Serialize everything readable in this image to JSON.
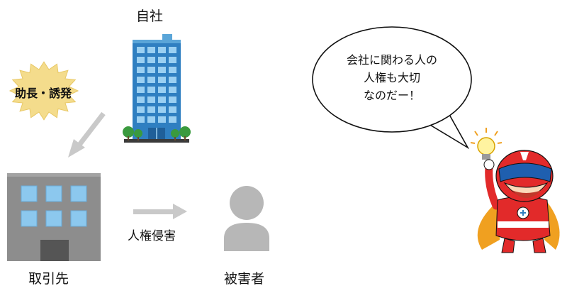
{
  "nodes": {
    "own_company": "自社",
    "business_partner": "取引先",
    "victim": "被害者"
  },
  "edges": {
    "aid_incite": "助長・誘発",
    "human_rights_violation": "人権侵害"
  },
  "speech_bubble": {
    "lines": [
      "会社に関わる人の",
      "人権も大切",
      "なのだー！"
    ]
  },
  "colors": {
    "building_blue": "#2f7fc1",
    "window_light": "#9bd0f2",
    "partner_gray": "#8d8d8d",
    "partner_window": "#8cc8ee",
    "burst_yellow": "#f4dc8c",
    "arrow_gray": "#c9c9c9",
    "person_gray": "#b7b7b7",
    "hero_red": "#e22a2a",
    "cape_orange": "#f0a020"
  }
}
